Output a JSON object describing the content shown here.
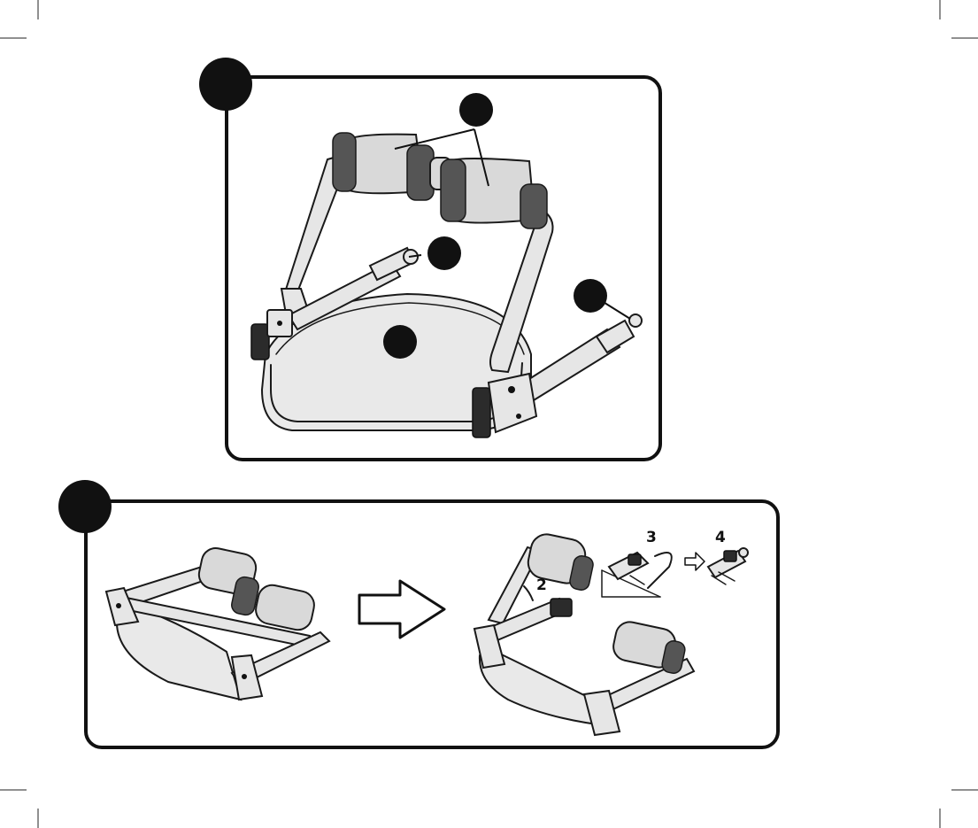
{
  "figure": {
    "panel_a": {
      "badge": "",
      "callouts": [
        "",
        "",
        "",
        ""
      ]
    },
    "panel_b": {
      "badge": "",
      "step_labels": [
        "2",
        "3",
        "4"
      ]
    }
  },
  "colors": {
    "line": "#1a1a1a",
    "badge_fill": "#111111",
    "pad_fill": "#d9d9d9"
  }
}
